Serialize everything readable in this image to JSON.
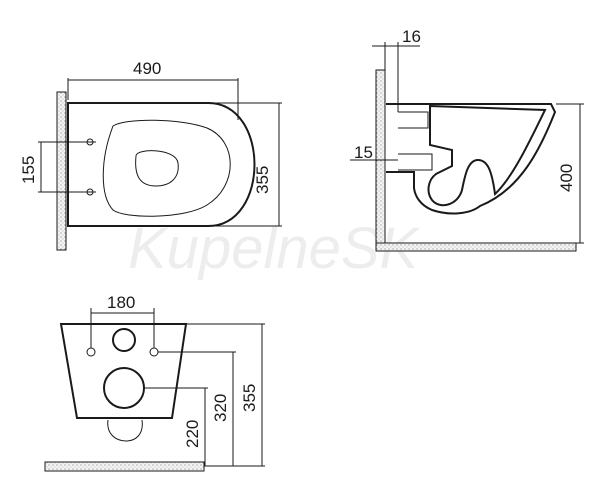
{
  "watermark": "KupelneSK",
  "top_view": {
    "width_label": "490",
    "height_label": "355",
    "bolt_spacing_label": "155"
  },
  "side_view": {
    "wall_offset_label": "16",
    "outlet_offset_label": "15",
    "height_label": "400"
  },
  "front_view": {
    "bolt_spacing_label": "180",
    "outlet_height_label": "220",
    "inlet_height_label": "320",
    "top_height_label": "355"
  }
}
